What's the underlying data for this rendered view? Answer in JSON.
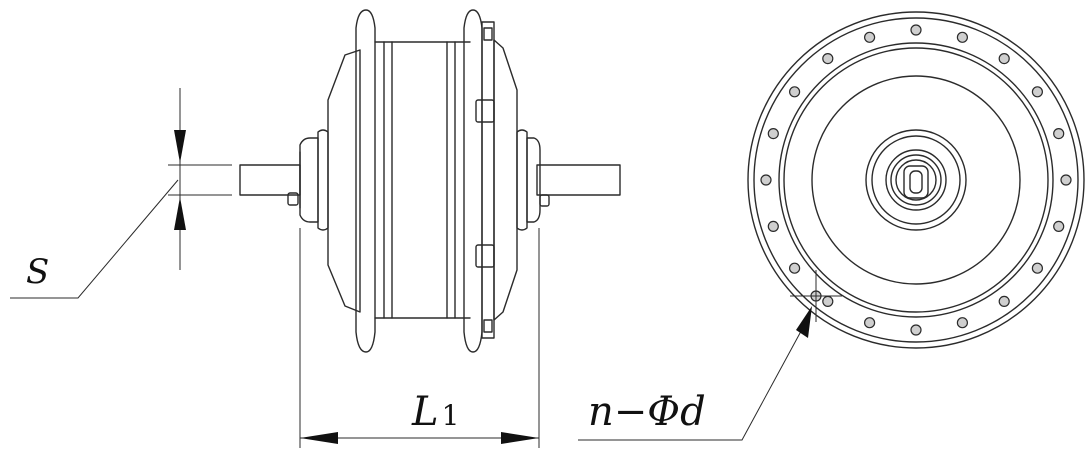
{
  "labels": {
    "s": "S",
    "l1_main": "L",
    "l1_sub": "1",
    "n_phi_d": "n−Φd"
  },
  "colors": {
    "line": "#2b2b2b",
    "background": "#ffffff",
    "hole_fill": "#cfcfcf"
  }
}
